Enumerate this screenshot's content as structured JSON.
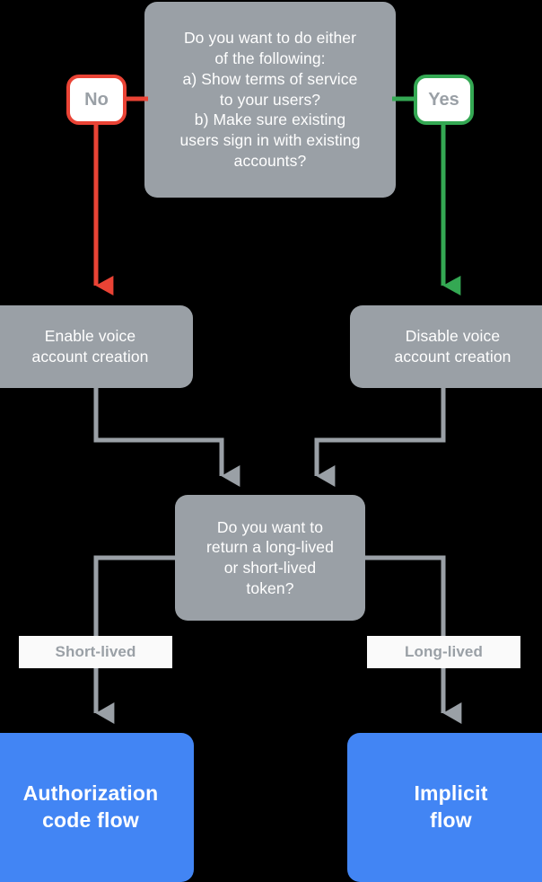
{
  "diagram": {
    "title_text_nodes": {
      "question_top": "Do you want to do either\nof the following:\na) Show terms of service\nto your users?\nb) Make sure existing\nusers sign in with existing\naccounts?",
      "enable_voice": "Enable voice\naccount creation",
      "disable_voice": "Disable voice\naccount creation",
      "question_token": "Do you want to\nreturn a long-lived\nor short-lived\ntoken?",
      "authorization_code_flow": "Authorization\ncode flow",
      "implicit_flow": "Implicit\nflow"
    },
    "branch_pills": {
      "no": "No",
      "yes": "Yes"
    },
    "edge_labels": {
      "short_lived": "Short-lived",
      "long_lived": "Long-lived"
    },
    "colors": {
      "background": "#000000",
      "node_gray": "#9aa0a6",
      "node_blue": "#4285f4",
      "no_red": "#ea4335",
      "yes_green": "#34a853",
      "connector_gray": "#9aa0a6",
      "label_background": "#fafafa",
      "node_text": "#ffffff",
      "pill_text": "#9aa0a6"
    }
  }
}
